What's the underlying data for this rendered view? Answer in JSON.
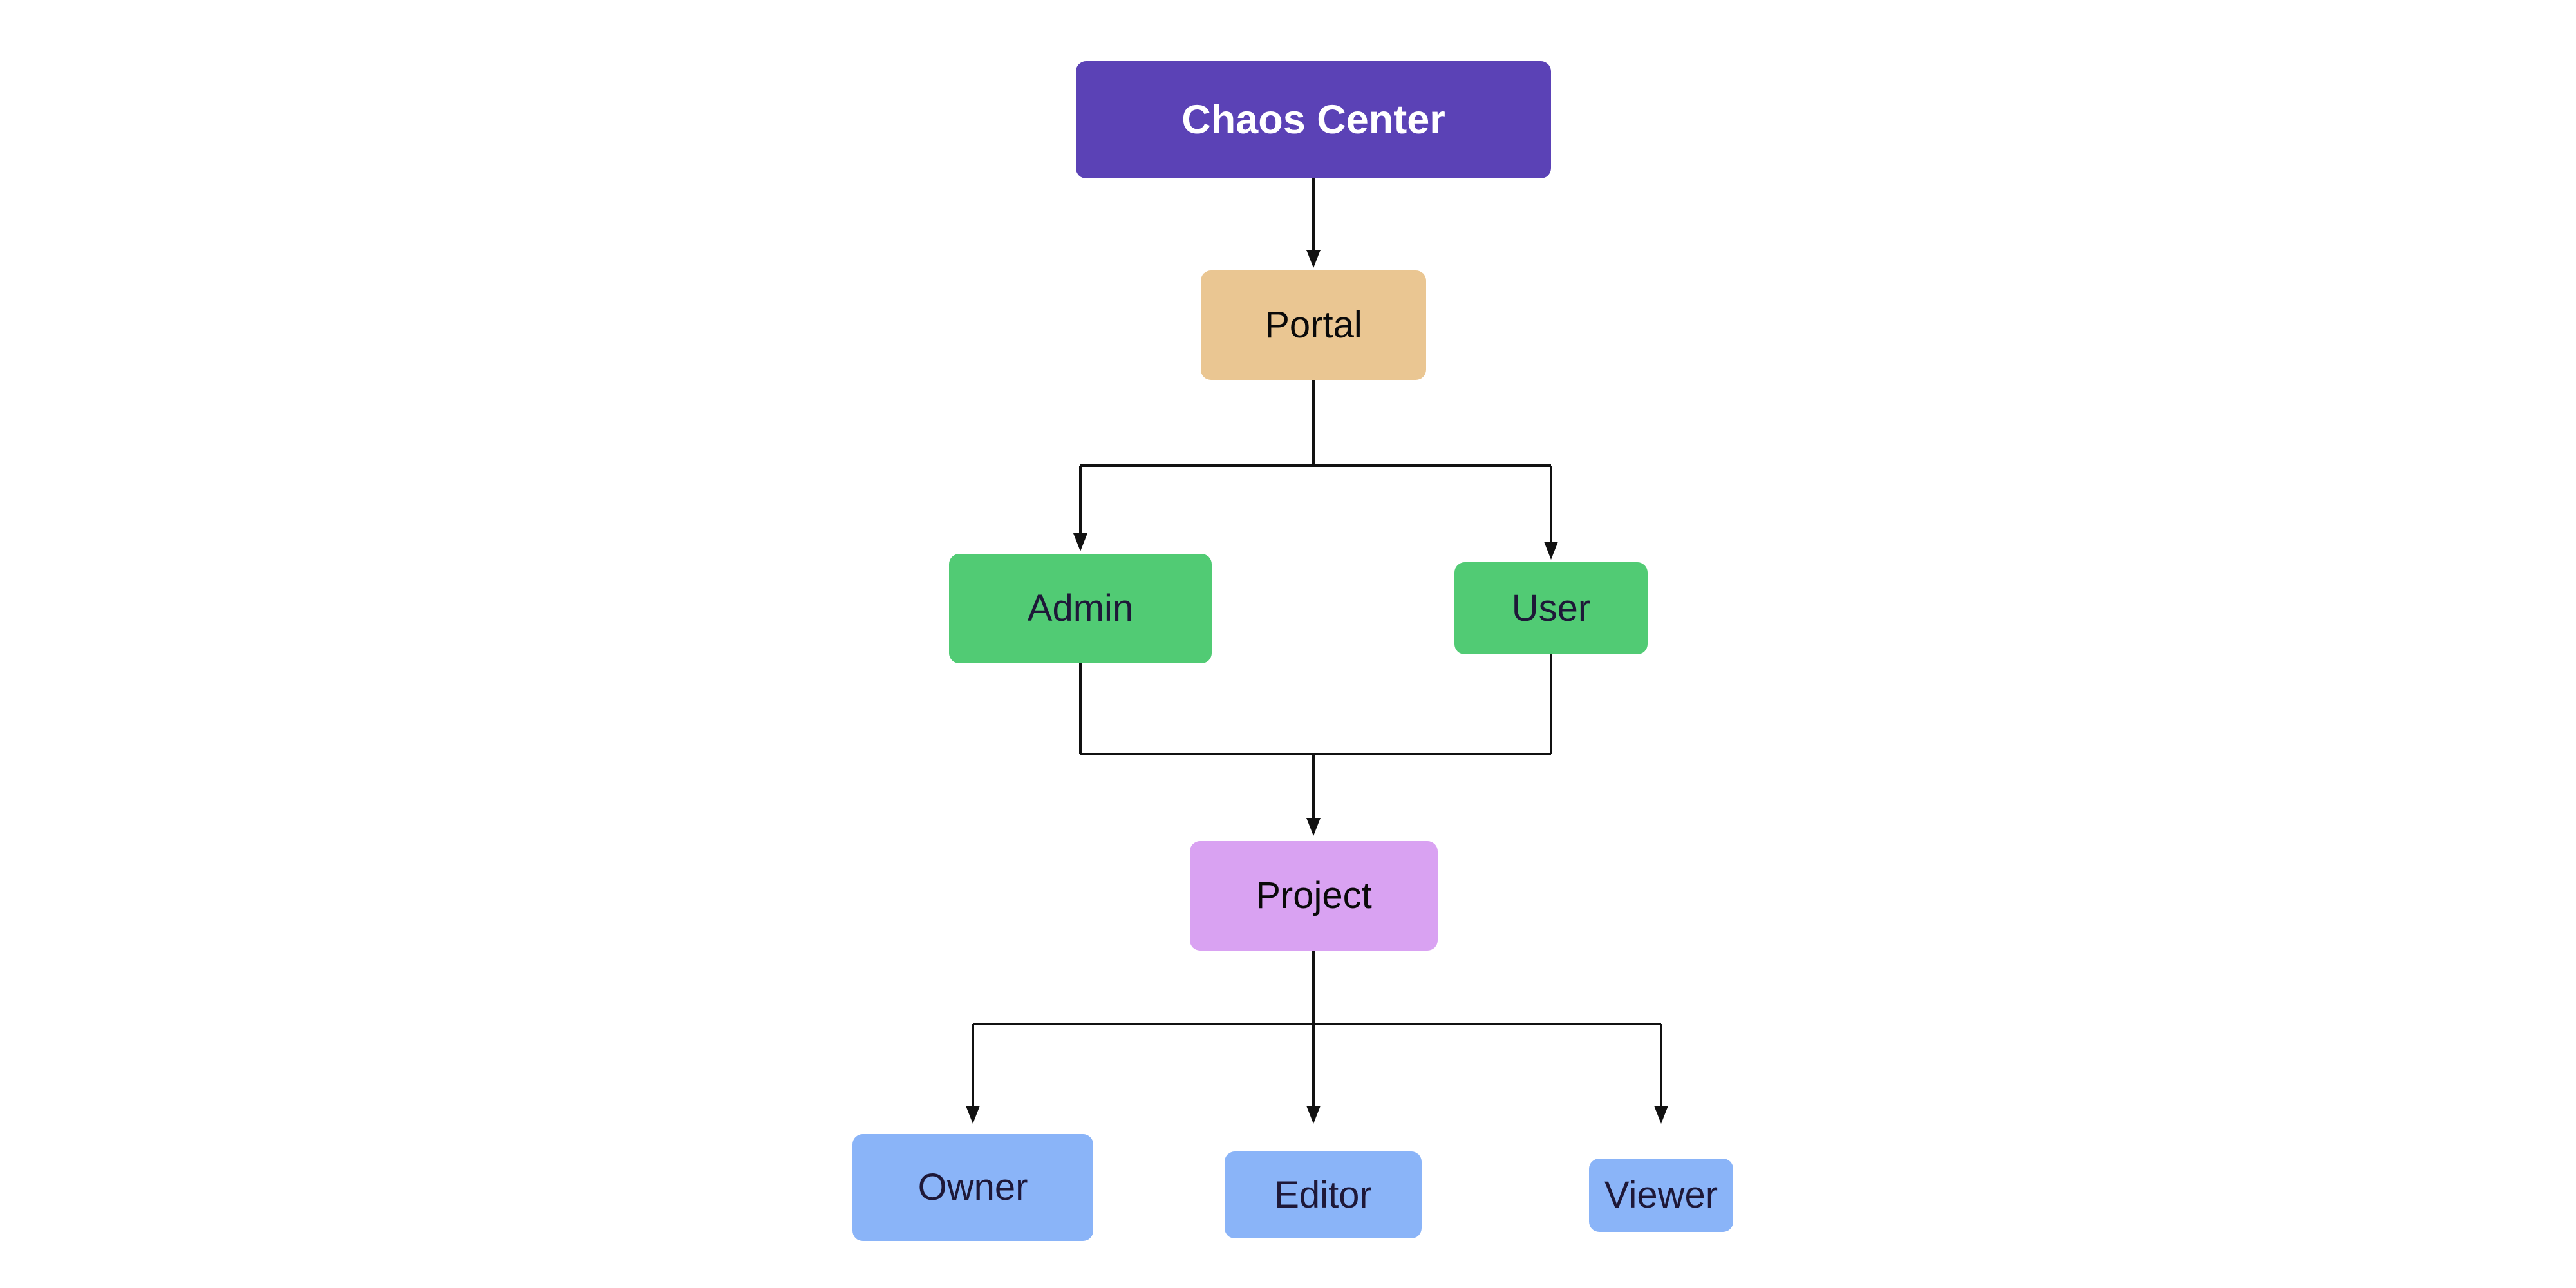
{
  "diagram": {
    "background": "#FFFFFF",
    "edge_color": "#111111",
    "nodes": [
      {
        "id": "chaos-center",
        "label": "Chaos Center",
        "bg": "#5B42B6",
        "text": "#FFFFFF"
      },
      {
        "id": "portal",
        "label": "Portal",
        "bg": "#EAC692",
        "text": "#0A0A0A"
      },
      {
        "id": "admin",
        "label": "Admin",
        "bg": "#51CB74",
        "text": "#1E1838"
      },
      {
        "id": "user",
        "label": "User",
        "bg": "#51CB74",
        "text": "#1E1838"
      },
      {
        "id": "project",
        "label": "Project",
        "bg": "#D9A2F2",
        "text": "#0A0A0A"
      },
      {
        "id": "owner",
        "label": "Owner",
        "bg": "#8AB4F8",
        "text": "#1E1838"
      },
      {
        "id": "editor",
        "label": "Editor",
        "bg": "#8AB4F8",
        "text": "#1E1838"
      },
      {
        "id": "viewer",
        "label": "Viewer",
        "bg": "#8AB4F8",
        "text": "#1E1838"
      }
    ],
    "edges": [
      {
        "from": "chaos-center",
        "to": "portal"
      },
      {
        "from": "portal",
        "to": "admin"
      },
      {
        "from": "portal",
        "to": "user"
      },
      {
        "from": "admin",
        "to": "project"
      },
      {
        "from": "user",
        "to": "project"
      },
      {
        "from": "project",
        "to": "owner"
      },
      {
        "from": "project",
        "to": "editor"
      },
      {
        "from": "project",
        "to": "viewer"
      }
    ]
  }
}
